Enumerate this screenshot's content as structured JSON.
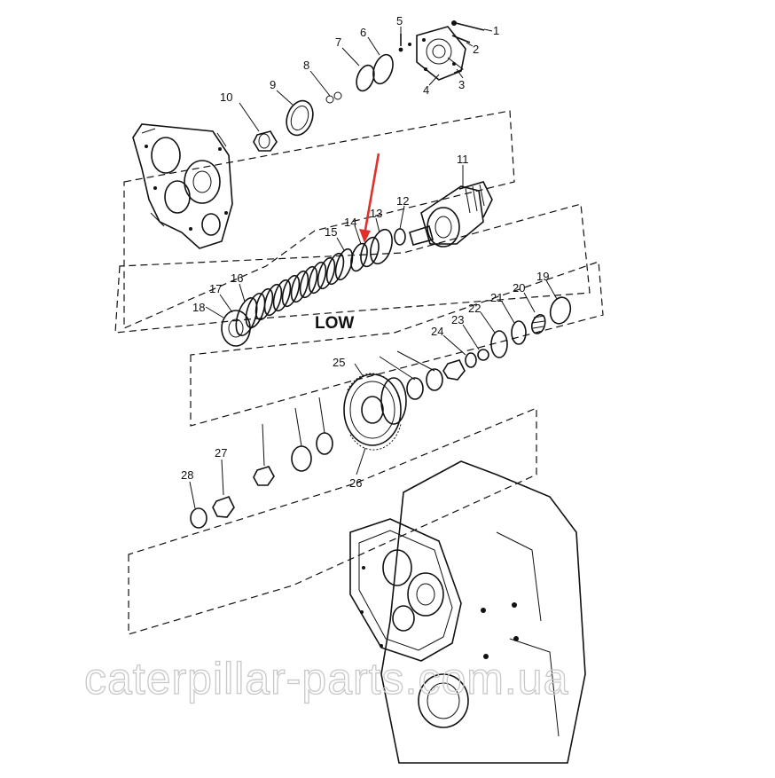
{
  "diagram": {
    "section_label": "LOW",
    "watermark": "caterpillar-parts.com.ua",
    "callouts": [
      "1",
      "2",
      "3",
      "4",
      "5",
      "6",
      "7",
      "8",
      "9",
      "10",
      "11",
      "12",
      "13",
      "14",
      "15",
      "16",
      "17",
      "18",
      "19",
      "20",
      "21",
      "22",
      "23",
      "24",
      "25",
      "26",
      "27",
      "28"
    ],
    "highlighted_callout": "14",
    "accent_color": "#e0302a"
  }
}
